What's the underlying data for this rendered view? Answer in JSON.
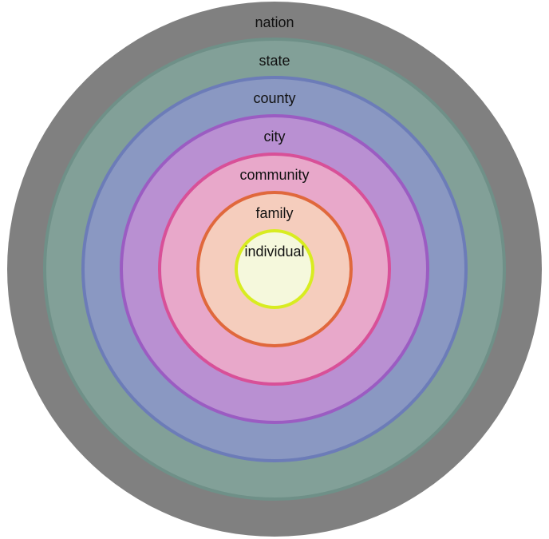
{
  "diagram": {
    "rings": [
      {
        "id": "nation",
        "label": "nation",
        "fill": "#808080",
        "stroke": "#808080"
      },
      {
        "id": "state",
        "label": "state",
        "fill": "#82a098",
        "stroke": "#6f9088"
      },
      {
        "id": "county",
        "label": "county",
        "fill": "#8a98c2",
        "stroke": "#6c7cb8"
      },
      {
        "id": "city",
        "label": "city",
        "fill": "#b990d2",
        "stroke": "#9b5cc2"
      },
      {
        "id": "community",
        "label": "community",
        "fill": "#e8a8ca",
        "stroke": "#d85098"
      },
      {
        "id": "family",
        "label": "family",
        "fill": "#f5cdbd",
        "stroke": "#e0683c"
      },
      {
        "id": "individual",
        "label": "individual",
        "fill": "#f5f8dc",
        "stroke": "#d8ec20"
      }
    ]
  }
}
